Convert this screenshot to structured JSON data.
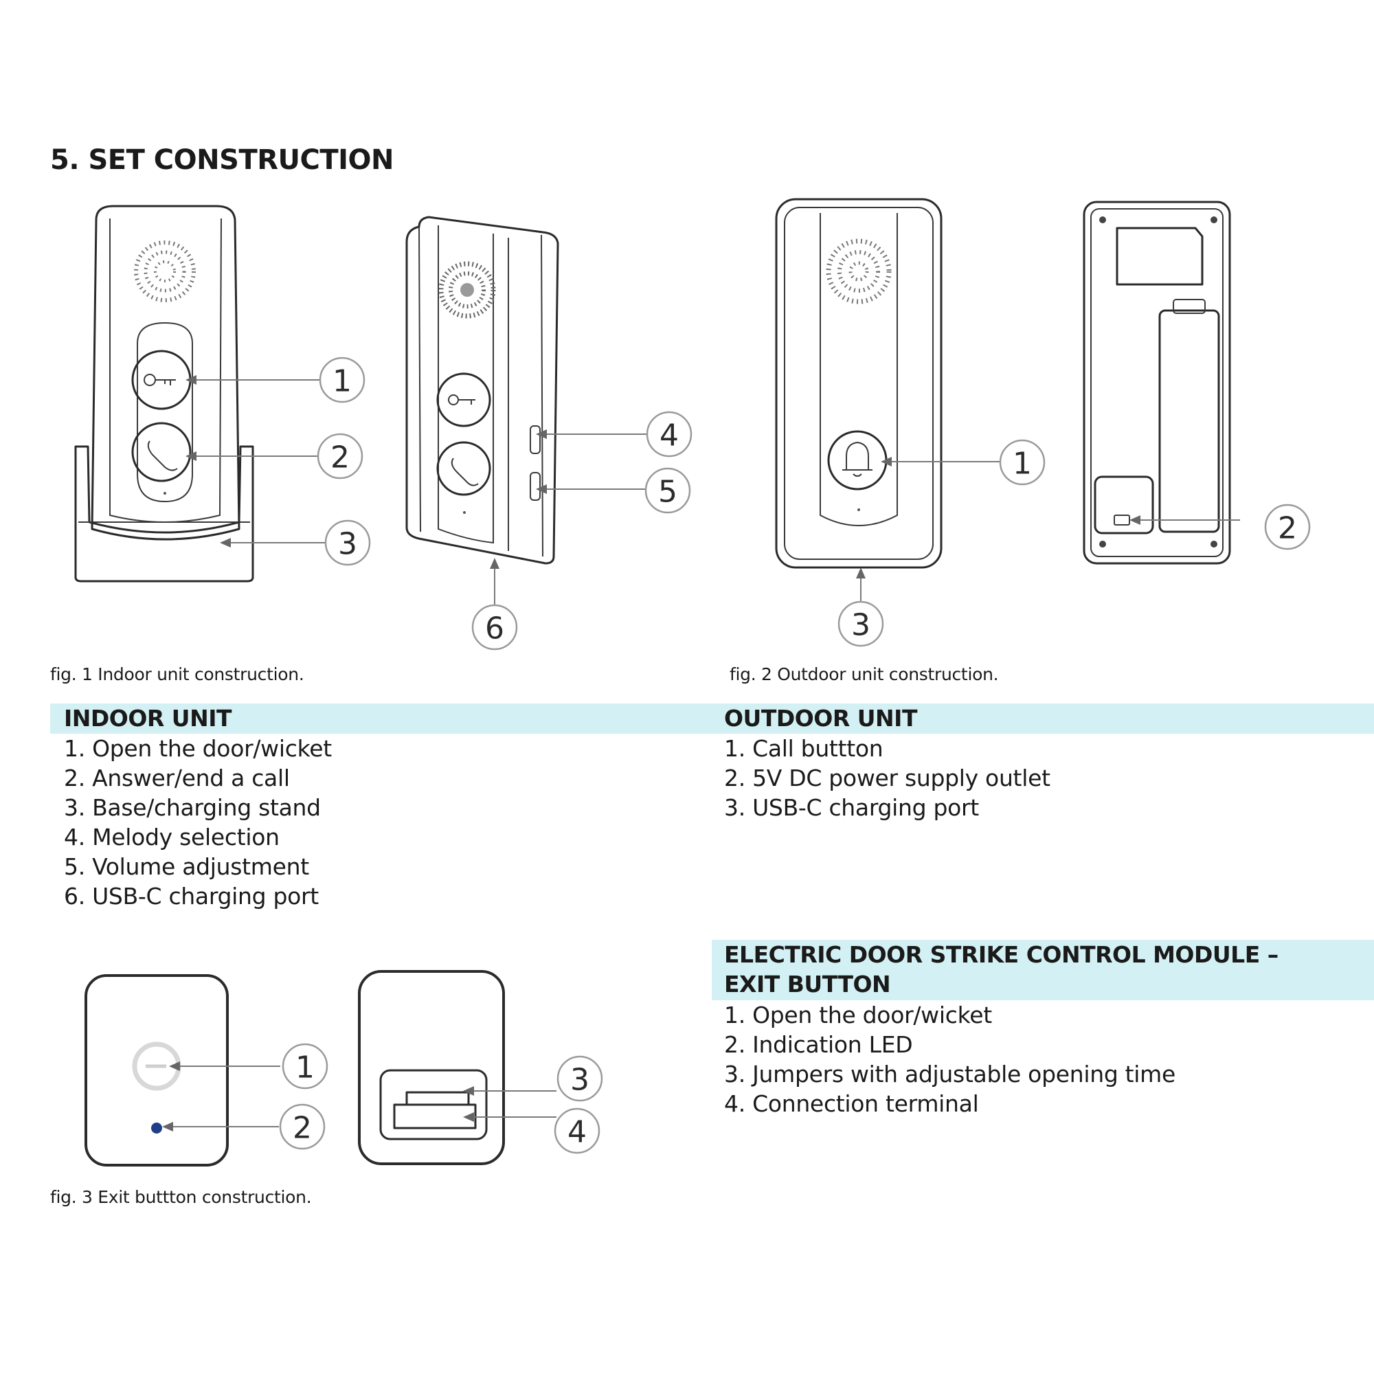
{
  "heading": "5. SET CONSTRUCTION",
  "figures": {
    "fig1_caption": "fig. 1 Indoor unit construction.",
    "fig2_caption": "fig. 2 Outdoor unit construction.",
    "fig3_caption": "fig. 3 Exit buttton construction."
  },
  "callouts": {
    "fig1": [
      "1",
      "2",
      "3",
      "4",
      "5",
      "6"
    ],
    "fig2": [
      "1",
      "2",
      "3"
    ],
    "fig3": [
      "1",
      "2",
      "3",
      "4"
    ]
  },
  "indoor": {
    "title": "INDOOR UNIT",
    "items": [
      "1. Open the door/wicket",
      "2. Answer/end a call",
      "3. Base/charging stand",
      "4. Melody selection",
      "5. Volume adjustment",
      "6. USB-C charging port"
    ]
  },
  "outdoor": {
    "title": "OUTDOOR UNIT",
    "items": [
      "1. Call buttton",
      "2. 5V DC power supply outlet",
      "3. USB-C charging port"
    ]
  },
  "exit_module": {
    "title_line1": "ELECTRIC DOOR STRIKE CONTROL MODULE –",
    "title_line2": "EXIT BUTTON",
    "items": [
      "1. Open the door/wicket",
      "2. Indication LED",
      "3. Jumpers with adjustable opening time",
      "4. Connection terminal"
    ]
  },
  "colors": {
    "band": "#d3f1f4",
    "led": "#1f3f8a",
    "text": "#1a1a1a"
  }
}
